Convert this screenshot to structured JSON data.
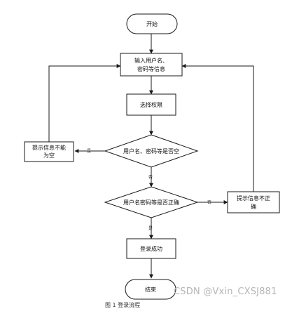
{
  "nodes": {
    "start": "开始",
    "input_line1": "输入用户名、",
    "input_line2": "密码等信息",
    "select": "选择权限",
    "decision_empty": "用户名、密码等是否空",
    "warn_empty_line1": "提示信息不能",
    "warn_empty_line2": "为空",
    "decision_correct": "用户名密码等是否正确",
    "warn_wrong_line1": "提示信息不正",
    "warn_wrong_line2": "确",
    "success": "登录成功",
    "end": "结束"
  },
  "edges": {
    "empty_yes": "是",
    "empty_no": "否",
    "correct_no": "否",
    "correct_yes": "是"
  },
  "watermark": "CSDN @Vxin_CXSJ881",
  "bottom_caption": "图 1 登录流程"
}
